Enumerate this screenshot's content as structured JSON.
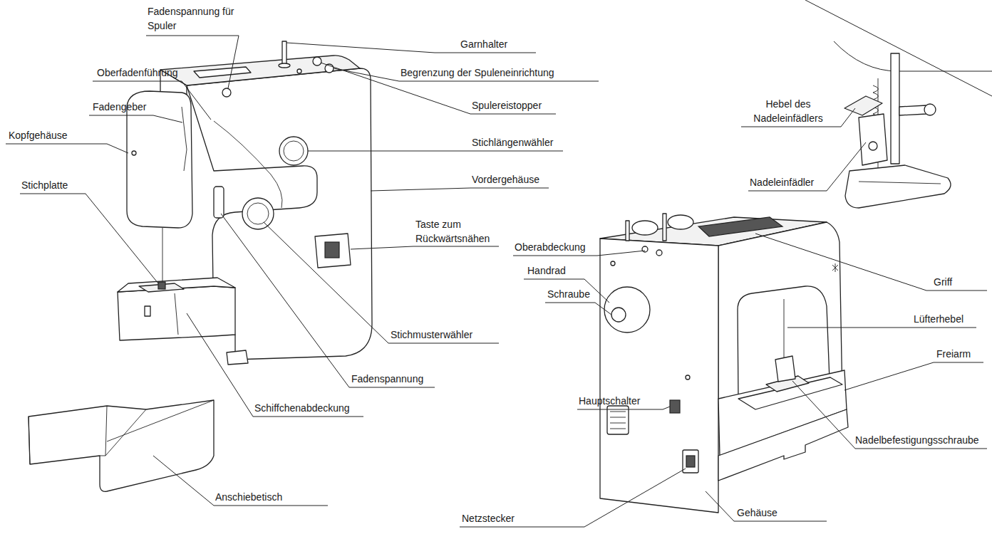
{
  "diagram": {
    "labels": [
      "Garnhalter",
      "Fadenspannung für Spuler",
      "Begrenzung der Spuleneinrichtung",
      "Oberfadenführung",
      "Spulereistopper",
      "Stichlängenwähler",
      "Fadengeber",
      "Vordergehäuse",
      "Kopfgehäuse",
      "Taste zum Rückwärtsnähen",
      "Stichplatte",
      "Stichmusterwähler",
      "Fadenspannung",
      "Schiffchenabdeckung",
      "Anschiebetisch",
      "Hebel des Nadeleinfädlers",
      "Nadeleinfädler",
      "Oberabdeckung",
      "Griff",
      "Handrad",
      "Schraube",
      "Lüfterhebel",
      "Freiarm",
      "Hauptschalter",
      "Nadelbefestigungsschraube",
      "Netzstecker",
      "Gehäuse"
    ]
  }
}
